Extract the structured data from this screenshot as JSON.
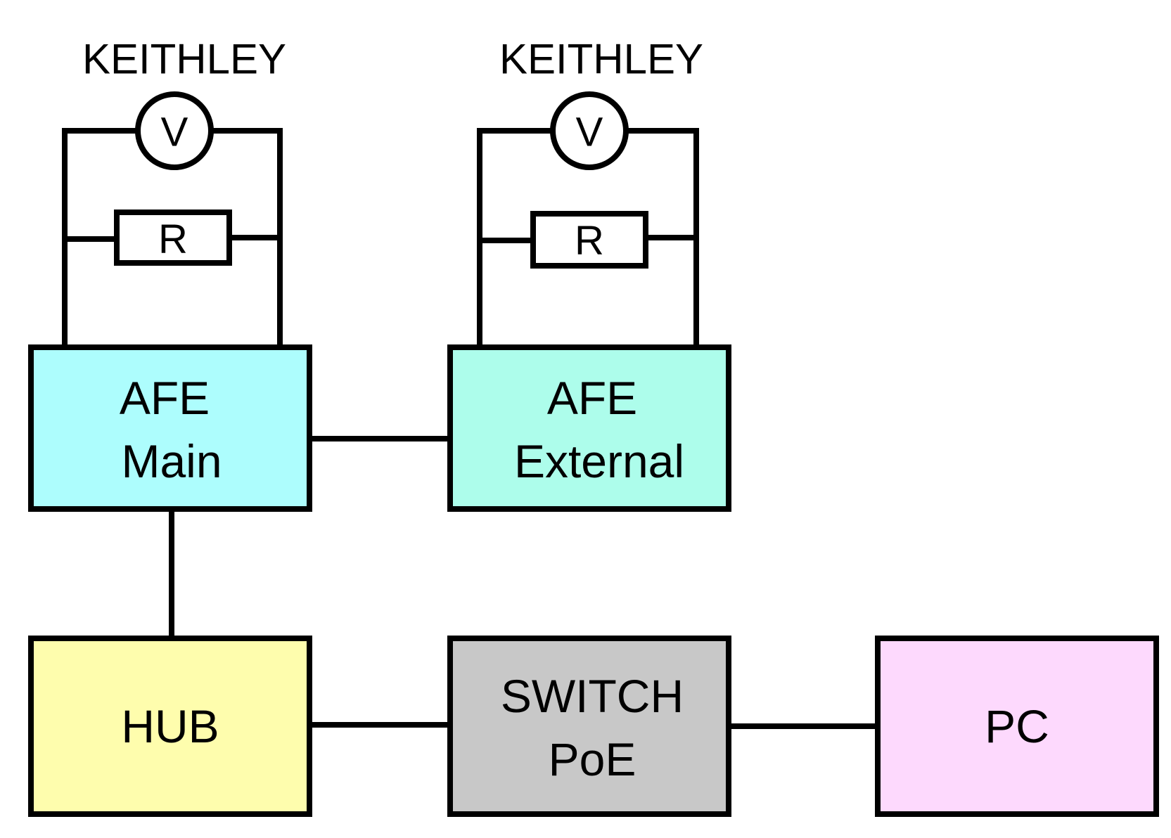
{
  "instruments": [
    {
      "label": "KEITHLEY",
      "meter_symbol": "V",
      "resistor_symbol": "R"
    },
    {
      "label": "KEITHLEY",
      "meter_symbol": "V",
      "resistor_symbol": "R"
    }
  ],
  "nodes": {
    "afe_main": {
      "line1": "AFE",
      "line2": "Main",
      "fill": "#adfdfd"
    },
    "afe_external": {
      "line1": "AFE",
      "line2": "External",
      "fill": "#adfdeb"
    },
    "hub": {
      "label": "HUB",
      "fill": "#fefdad"
    },
    "switch": {
      "line1": "SWITCH",
      "line2": "PoE",
      "fill": "#c8c8c8"
    },
    "pc": {
      "label": "PC",
      "fill": "#fdd9fd"
    }
  }
}
